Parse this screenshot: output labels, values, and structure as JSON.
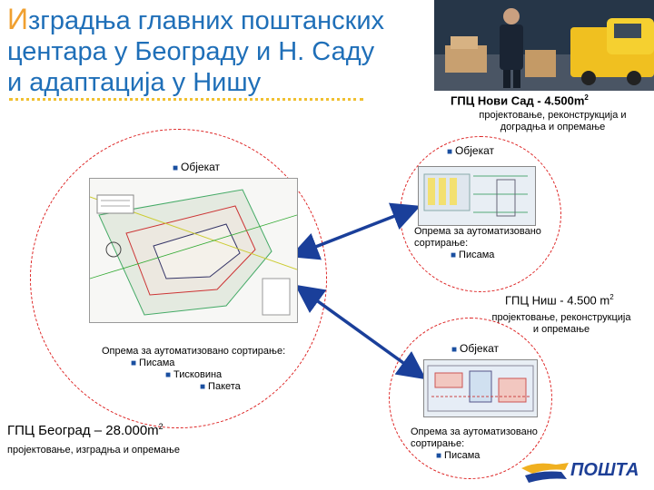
{
  "title": {
    "first_letter": "И",
    "rest_line1": "зградња главних поштанских",
    "line2": "центара у Београду и Н. Саду",
    "line3": "и адаптација у Нишу"
  },
  "novi_sad": {
    "heading": "ГПЦ Нови Сад -  4.500m",
    "heading_sup": "2",
    "desc_line1": "пројектовање, реконструкција и",
    "desc_line2": "доградња и опремање",
    "object_label": "Објекат",
    "equipment_line1": "Опрема за аутоматизовано",
    "equipment_line2": "сортирање:",
    "item_letters": "Писама"
  },
  "nis": {
    "heading": "ГПЦ Ниш -  4.500 m",
    "heading_sup": "2",
    "desc_line1": "пројектовање, реконструкција",
    "desc_line2": "и опремање",
    "object_label": "Објекат",
    "equipment_line1": "Опрема за аутоматизовано",
    "equipment_line2": "сортирање:",
    "item_letters": "Писама"
  },
  "belgrade": {
    "object_label": "Објекат",
    "equipment_line": "Опрема за аутоматизовано сортирање:",
    "item_letters": "Писама",
    "item_print": "Тисковина",
    "item_packages": "Пакета",
    "heading": "ГПЦ Београд – 28.000m",
    "heading_sup": "2",
    "desc": "пројектовање, изградња и опремање"
  },
  "logo": {
    "text": "ПОШТА"
  },
  "colors": {
    "title_blue": "#1f6fb8",
    "title_accent": "#f0a030",
    "circle_red": "#dd2222",
    "arrow_blue": "#1a3f9a",
    "bullet_blue": "#1a4fa0"
  }
}
